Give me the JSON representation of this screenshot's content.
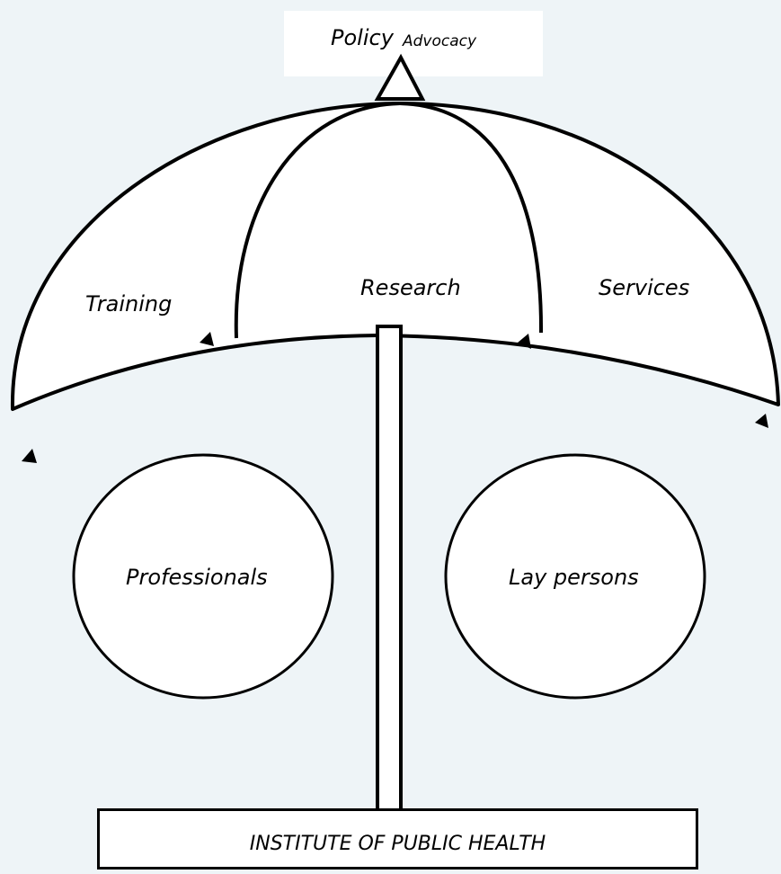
{
  "diagram": {
    "canopy": {
      "top_label_main": "Policy",
      "top_label_sub": "Advocacy",
      "segments": [
        "Training",
        "Research",
        "Services"
      ]
    },
    "audiences": [
      "Professionals",
      "Lay persons"
    ],
    "base_label": "INSTITUTE OF PUBLIC HEALTH"
  },
  "colors": {
    "background": "#eef4f7",
    "stroke": "#000000",
    "fill": "#ffffff"
  }
}
